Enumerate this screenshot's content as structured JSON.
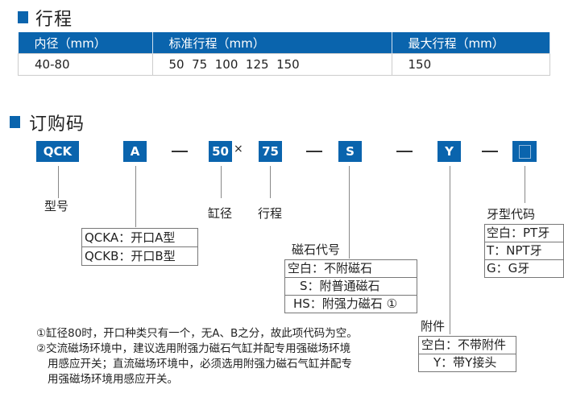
{
  "section1": {
    "title": "行程"
  },
  "stroke_table": {
    "headers": [
      "内径（mm）",
      "标准行程（mm）",
      "最大行程（mm）"
    ],
    "row": [
      "40-80",
      "50  75  100  125  150",
      "150"
    ]
  },
  "section2": {
    "title": "订购码"
  },
  "codes": {
    "model": "QCK",
    "opening": "A",
    "bore": "50",
    "times": "×",
    "stroke": "75",
    "magnet": "S",
    "accessory": "Y"
  },
  "labels": {
    "model": "型号",
    "bore": "缸径",
    "stroke": "行程",
    "magnet": "磁石代号",
    "thread": "牙型代码",
    "accessory": "附件"
  },
  "opening_options": [
    "QCKA：开口A型",
    "QCKB：开口B型"
  ],
  "magnet_options": [
    "空白：不附磁石",
    "S：附普通磁石",
    "HS：附强力磁石 ①"
  ],
  "thread_options": [
    "空白：PT牙",
    "T：NPT牙",
    "G：G牙"
  ],
  "accessory_options": [
    "空白：不带附件",
    "Y：带Y接头"
  ],
  "notes": [
    "①缸径80时，开口种类只有一个，无A、B之分，故此项代码为空。",
    "②交流磁场环境中，建议选用附强力磁石气缸并配专用强磁场环境",
    "用感应开关；直流磁场环境中，必须选用附强力磁石气缸并配专",
    "用强磁场环境用感应开关。"
  ],
  "colors": {
    "accent": "#0a64ad"
  }
}
